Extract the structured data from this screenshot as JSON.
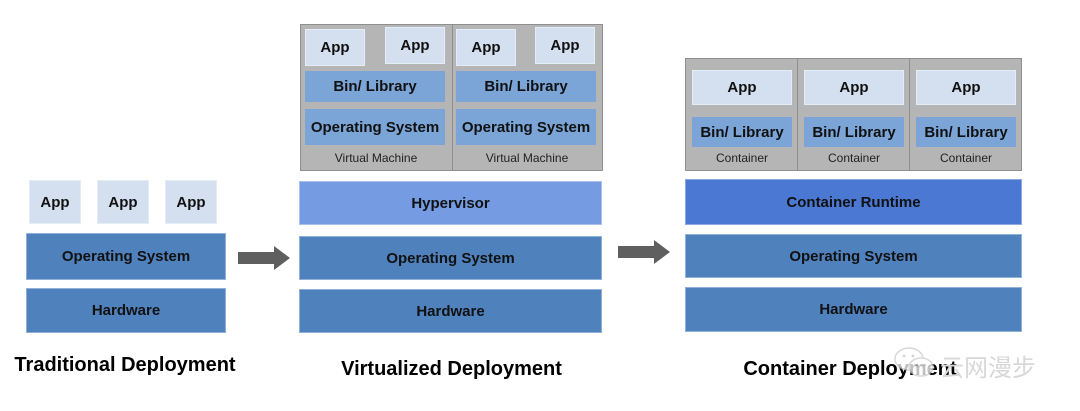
{
  "traditional": {
    "title": "Traditional Deployment",
    "apps": [
      "App",
      "App",
      "App"
    ],
    "os": "Operating System",
    "hardware": "Hardware"
  },
  "virtualized": {
    "title": "Virtualized Deployment",
    "vms": [
      {
        "apps": [
          "App",
          "App"
        ],
        "lib": "Bin/ Library",
        "os": "Operating System",
        "label": "Virtual Machine"
      },
      {
        "apps": [
          "App",
          "App"
        ],
        "lib": "Bin/ Library",
        "os": "Operating System",
        "label": "Virtual Machine"
      }
    ],
    "hypervisor": "Hypervisor",
    "os": "Operating System",
    "hardware": "Hardware"
  },
  "container": {
    "title": "Container Deployment",
    "containers": [
      {
        "app": "App",
        "lib": "Bin/ Library",
        "label": "Container"
      },
      {
        "app": "App",
        "lib": "Bin/ Library",
        "label": "Container"
      },
      {
        "app": "App",
        "lib": "Bin/ Library",
        "label": "Container"
      }
    ],
    "runtime": "Container Runtime",
    "os": "Operating System",
    "hardware": "Hardware"
  },
  "watermark": {
    "icon": "wechat-icon",
    "text": "云网漫步"
  },
  "colors": {
    "app": "#d4e0ef",
    "layer": "#4f81bd",
    "library": "#7aa5d6",
    "hypervisor": "#759ce2",
    "runtime": "#4a78d2",
    "frame": "#b5b5b5",
    "arrow": "#5f5f5f"
  }
}
